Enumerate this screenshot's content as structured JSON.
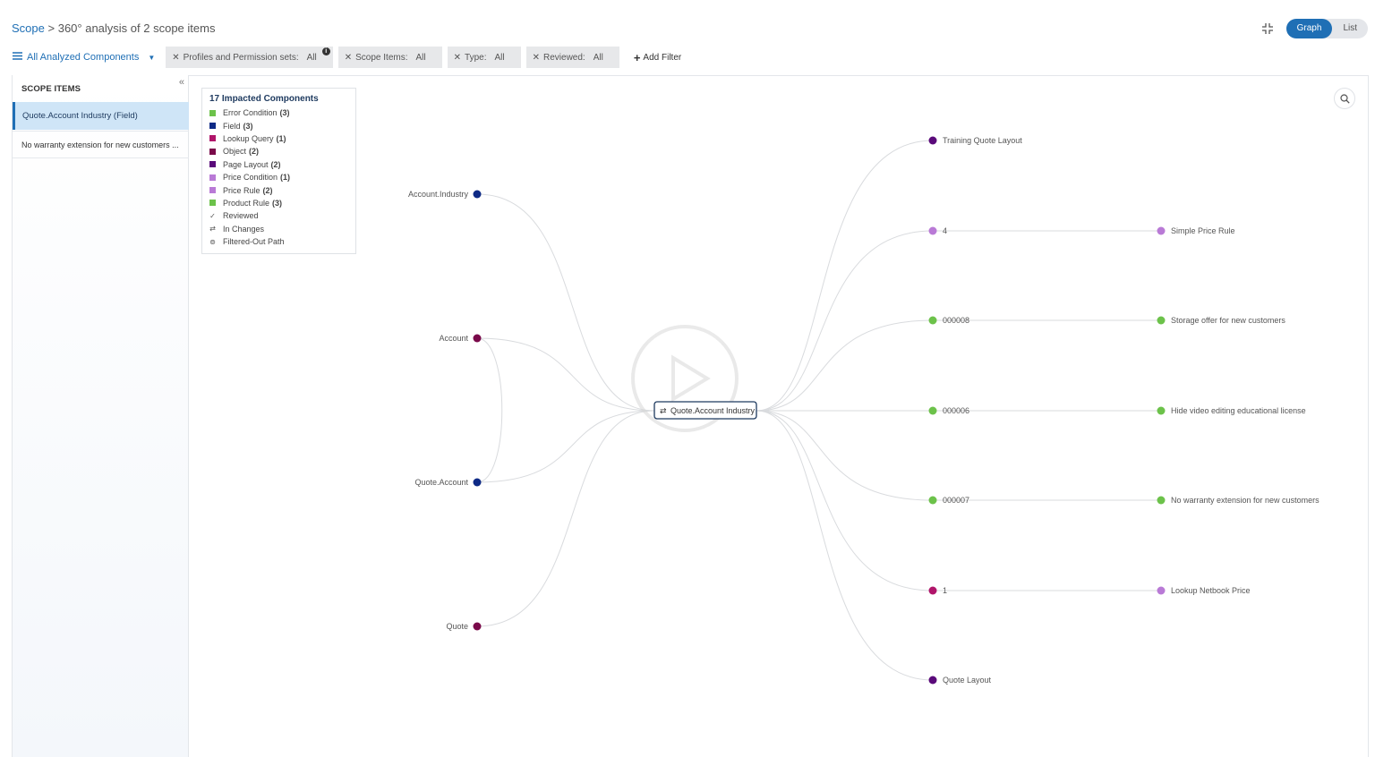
{
  "breadcrumb": {
    "root": "Scope",
    "separator": ">",
    "current": "360° analysis of 2 scope items"
  },
  "view_toggle": {
    "graph_label": "Graph",
    "list_label": "List",
    "active": "Graph"
  },
  "filters": {
    "component_select": "All Analyzed Components",
    "chips": [
      {
        "label": "Profiles and Permission sets:",
        "value": "All",
        "info": true
      },
      {
        "label": "Scope Items:",
        "value": "All"
      },
      {
        "label": "Type:",
        "value": "All"
      },
      {
        "label": "Reviewed:",
        "value": "All"
      }
    ],
    "add_filter_label": "Add Filter"
  },
  "sidebar": {
    "collapse_glyph": "«",
    "heading": "SCOPE ITEMS",
    "items": [
      {
        "label": "Quote.Account Industry (Field)",
        "selected": true
      },
      {
        "label": "No warranty extension for new customers ...",
        "selected": false
      }
    ]
  },
  "legend": {
    "title": "17 Impacted Components",
    "types": [
      {
        "label": "Error Condition",
        "count": "(3)",
        "color": "#6cc24a"
      },
      {
        "label": "Field",
        "count": "(3)",
        "color": "#0e2a86"
      },
      {
        "label": "Lookup Query",
        "count": "(1)",
        "color": "#b0156a"
      },
      {
        "label": "Object",
        "count": "(2)",
        "color": "#7a0a4a"
      },
      {
        "label": "Page Layout",
        "count": "(2)",
        "color": "#5a0a7a"
      },
      {
        "label": "Price Condition",
        "count": "(1)",
        "color": "#b97ad6"
      },
      {
        "label": "Price Rule",
        "count": "(2)",
        "color": "#b97ad6"
      },
      {
        "label": "Product Rule",
        "count": "(3)",
        "color": "#6cc24a"
      }
    ],
    "symbols": [
      {
        "glyph": "✓",
        "label": "Reviewed",
        "icon": "check-icon"
      },
      {
        "glyph": "⇄",
        "label": "In Changes",
        "icon": "swap-arrows-icon"
      },
      {
        "glyph": "⊚",
        "label": "Filtered-Out Path",
        "icon": "filtered-out-icon"
      }
    ]
  },
  "graph": {
    "center": {
      "label": "Quote.Account Industry",
      "icon": "swap-arrows-icon"
    },
    "left_nodes": [
      {
        "label": "Account.Industry",
        "color": "#0e2a86"
      },
      {
        "label": "Account",
        "color": "#7a0a4a"
      },
      {
        "label": "Quote.Account",
        "color": "#0e2a86"
      },
      {
        "label": "Quote",
        "color": "#7a0a4a"
      }
    ],
    "mid_nodes": [
      {
        "label": "Training Quote Layout",
        "color": "#5a0a7a"
      },
      {
        "label": "4",
        "color": "#b97ad6"
      },
      {
        "label": "000008",
        "color": "#6cc24a"
      },
      {
        "label": "000006",
        "color": "#6cc24a"
      },
      {
        "label": "000007",
        "color": "#6cc24a"
      },
      {
        "label": "1",
        "color": "#b0156a"
      },
      {
        "label": "Quote Layout",
        "color": "#5a0a7a"
      }
    ],
    "right_nodes": [
      {
        "label": "Simple Price Rule",
        "color": "#b97ad6",
        "from": 1
      },
      {
        "label": "Storage offer for new customers",
        "color": "#6cc24a",
        "from": 2
      },
      {
        "label": "Hide video editing educational license",
        "color": "#6cc24a",
        "from": 3
      },
      {
        "label": "No warranty extension for new customers",
        "color": "#6cc24a",
        "from": 4
      },
      {
        "label": "Lookup Netbook Price",
        "color": "#b97ad6",
        "from": 5
      }
    ]
  }
}
